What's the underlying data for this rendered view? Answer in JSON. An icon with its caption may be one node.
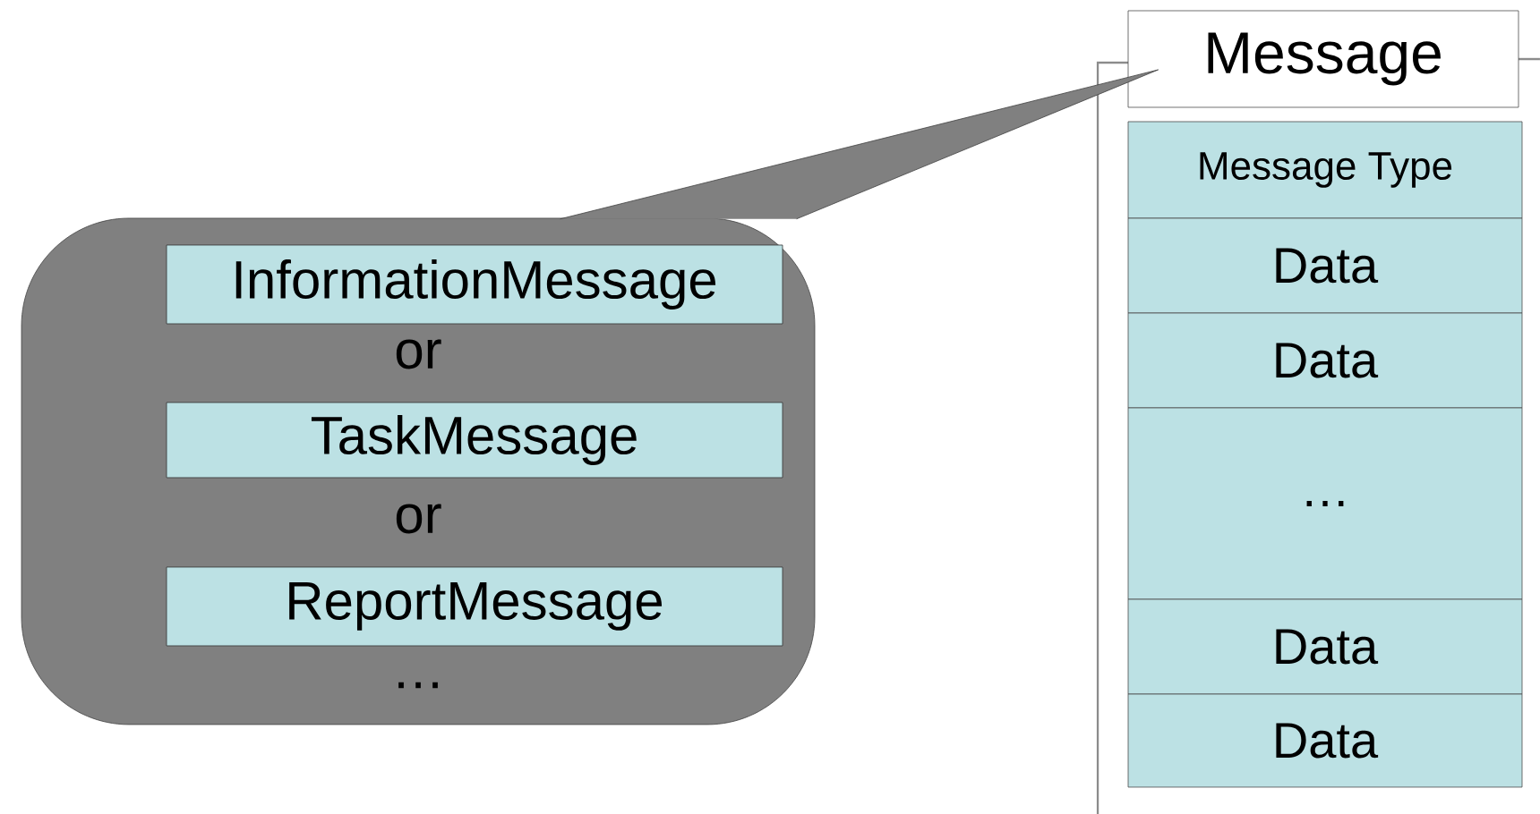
{
  "diagram": {
    "nodes": [
      {
        "text": [
          "or",
          "or",
          "…"
        ]
      },
      {
        "text": [
          "InformationMessage"
        ],
        "in": 0
      },
      {
        "text": [
          "TaskMessage"
        ],
        "in": 0
      },
      {
        "text": [
          "ReportMessage"
        ],
        "in": 0
      },
      {
        "text": [
          "Message"
        ]
      },
      {
        "text": [
          "Message Type"
        ]
      },
      {
        "text": [
          "Data"
        ]
      },
      {
        "text": [
          "Data"
        ]
      },
      {
        "text": [
          "…"
        ]
      },
      {
        "text": [
          "Data"
        ]
      },
      {
        "text": [
          "Data"
        ]
      }
    ],
    "edges": [
      {
        "from": 0,
        "to": 4,
        "arrow": "none"
      }
    ]
  }
}
